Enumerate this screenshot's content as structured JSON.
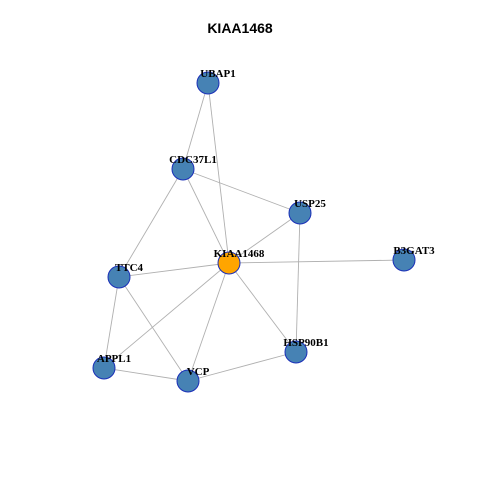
{
  "title": "KIAA1468",
  "colors": {
    "node_default": "#4682B4",
    "node_focus": "#FFA500",
    "node_border": "#1a2fb8",
    "edge": "#b0b0b0"
  },
  "nodes": [
    {
      "id": "UBAP1",
      "label": "UBAP1",
      "focus": false
    },
    {
      "id": "CDC37L1",
      "label": "CDC37L1",
      "focus": false
    },
    {
      "id": "USP25",
      "label": "USP25",
      "focus": false
    },
    {
      "id": "KIAA1468",
      "label": "KIAA1468",
      "focus": true
    },
    {
      "id": "B3GAT3",
      "label": "B3GAT3",
      "focus": false
    },
    {
      "id": "TTC4",
      "label": "TTC4",
      "focus": false
    },
    {
      "id": "HSP90B1",
      "label": "HSP90B1",
      "focus": false
    },
    {
      "id": "APPL1",
      "label": "APPL1",
      "focus": false
    },
    {
      "id": "VCP",
      "label": "VCP",
      "focus": false
    }
  ],
  "edges": [
    [
      "UBAP1",
      "CDC37L1"
    ],
    [
      "UBAP1",
      "KIAA1468"
    ],
    [
      "CDC37L1",
      "USP25"
    ],
    [
      "CDC37L1",
      "KIAA1468"
    ],
    [
      "CDC37L1",
      "TTC4"
    ],
    [
      "USP25",
      "KIAA1468"
    ],
    [
      "USP25",
      "HSP90B1"
    ],
    [
      "KIAA1468",
      "B3GAT3"
    ],
    [
      "KIAA1468",
      "TTC4"
    ],
    [
      "KIAA1468",
      "HSP90B1"
    ],
    [
      "KIAA1468",
      "APPL1"
    ],
    [
      "KIAA1468",
      "VCP"
    ],
    [
      "TTC4",
      "APPL1"
    ],
    [
      "TTC4",
      "VCP"
    ],
    [
      "APPL1",
      "VCP"
    ],
    [
      "VCP",
      "HSP90B1"
    ]
  ]
}
